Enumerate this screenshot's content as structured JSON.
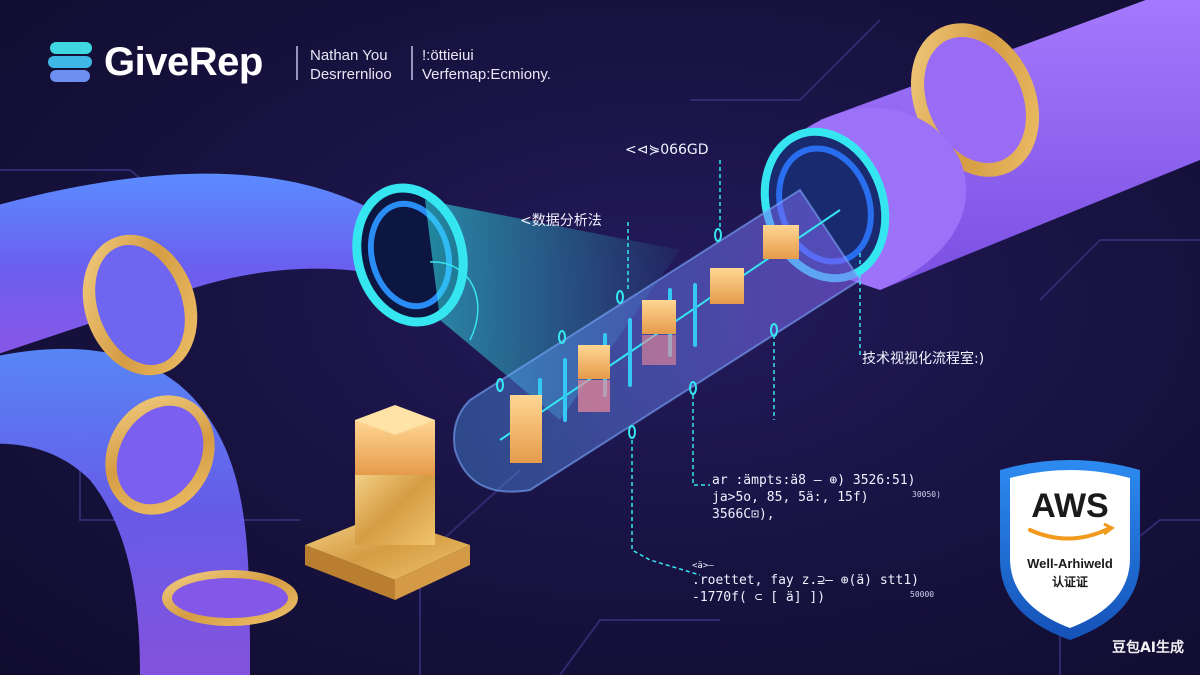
{
  "header": {
    "brand_name": "GiveRep",
    "col1_line1": "Nathan You",
    "col1_line2": "Desrrernlioo",
    "col2_line1": "!:öttieiui",
    "col2_line2": "Verfemap:Ecmiony."
  },
  "callouts": {
    "top": "<⊲⋟066GD",
    "left": "<数据分析法",
    "right": "技术视视化流程室:)"
  },
  "code_block_1": {
    "line1": "ar :ämpts:ä8 — ⊕) 3526:51)",
    "line2": "ja>5o, 85, 5ä:, 15f)",
    "line3": "3566C⊡),",
    "tag": "30050)"
  },
  "code_block_2": {
    "line0": "<ä>—",
    "line1": ".roettet, fay  z.⊇— ⊕(ä) stt1)",
    "line2": "-1770f( ⊂ [ ä] ])",
    "tag": "50000"
  },
  "badge": {
    "title": "AWS",
    "line1": "Well-Arhiweld",
    "line2": "认证证"
  },
  "watermark": "豆包AI生成",
  "colors": {
    "background": "#17123f",
    "pipe_purple": "#7d5cf0",
    "pipe_blue": "#4a72f5",
    "ring_gold": "#e0b35a",
    "glow_cyan": "#35e6f0",
    "cube_orange": "#f2b35e",
    "badge_blue": "#1b6fd6"
  }
}
